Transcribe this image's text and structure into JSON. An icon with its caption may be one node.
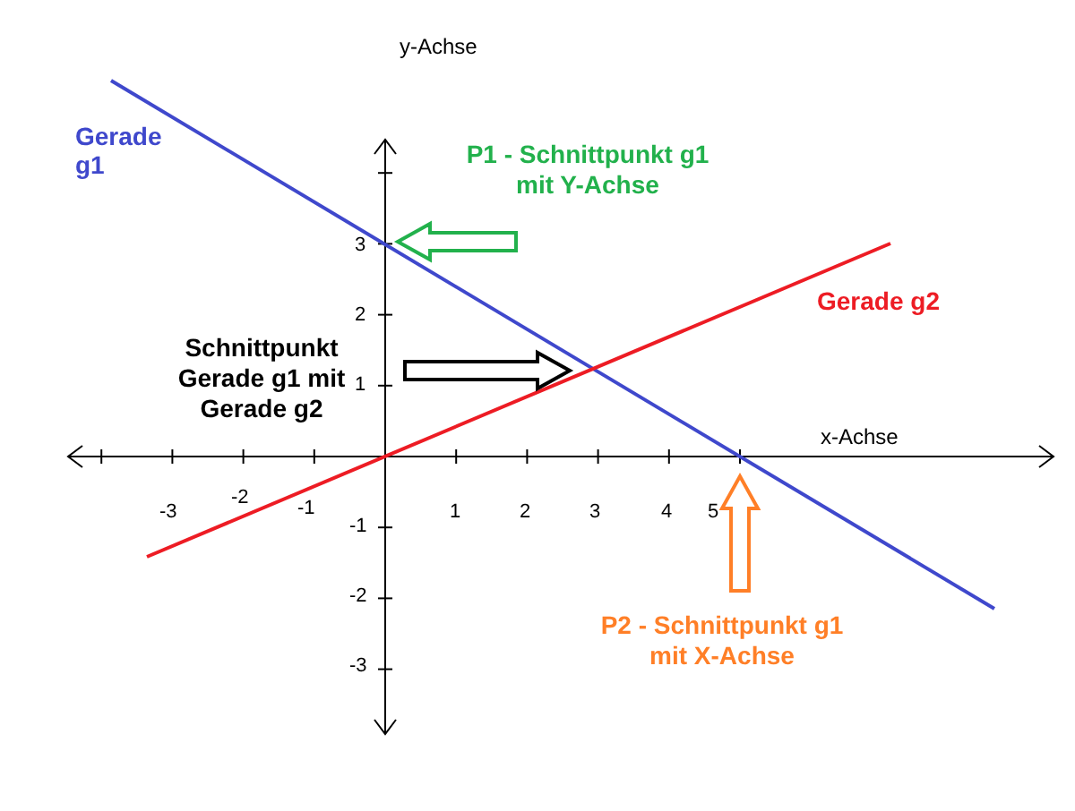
{
  "diagram": {
    "nodes": [
      {
        "text": [
          "P1 - Schnittpunkt g1 mit Y-Achse"
        ]
      },
      {
        "text": [
          "Schnittpunkt Gerade g1 mit Gerade g2"
        ]
      },
      {
        "text": [
          "P2 - Schnittpunkt g1 mit X-Achse"
        ]
      }
    ],
    "edges": [
      {
        "from": 0,
        "to": null,
        "arrow": "to",
        "color": "#22b14c"
      },
      {
        "from": 1,
        "to": null,
        "arrow": "to",
        "color": "#000000"
      },
      {
        "from": 2,
        "to": null,
        "arrow": "to",
        "color": "#ff7f27"
      }
    ],
    "labels": [
      "y-Achse",
      "Gerade g1",
      "Gerade g2",
      "x-Achse",
      "3",
      "2",
      "1",
      "-1",
      "-2",
      "-3",
      "-3",
      "-2",
      "-1",
      "1",
      "2",
      "3",
      "4",
      "5"
    ]
  }
}
